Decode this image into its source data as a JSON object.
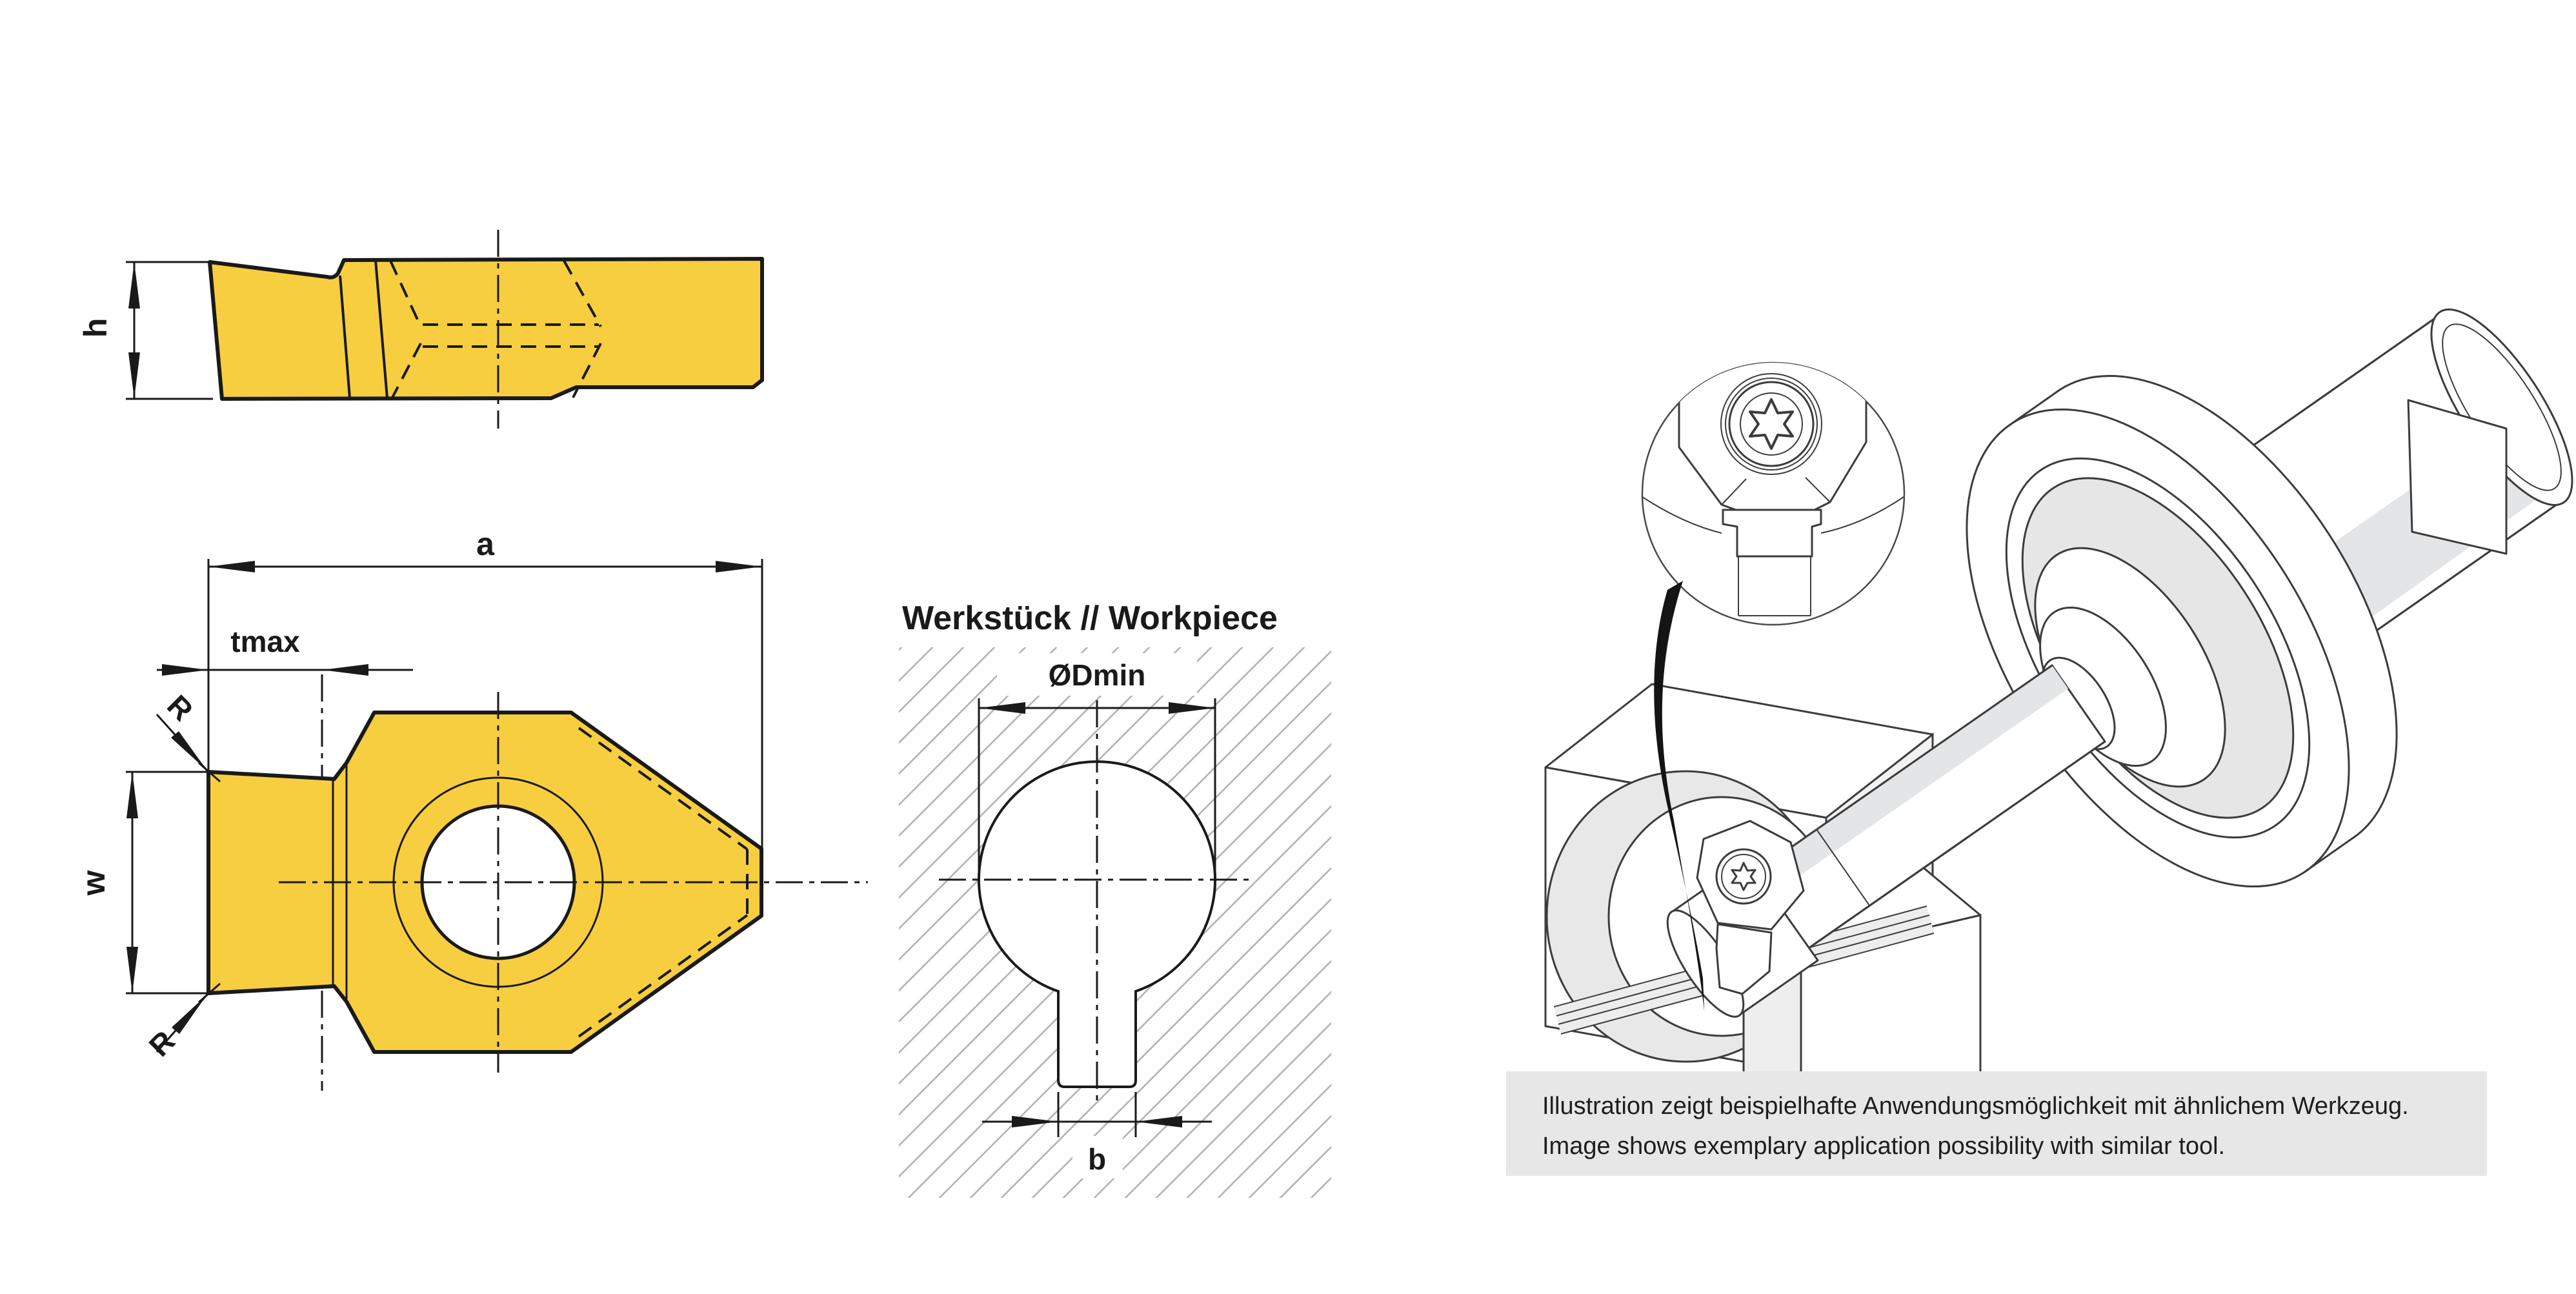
{
  "colors": {
    "insert_yellow": "#F7CE3F",
    "outline_black": "#1A1A1A",
    "hatch_gray": "#B3B3B3",
    "illustration_line": "#3C3C3C",
    "shading_gray": "#E4E5E6",
    "caption_bg": "#E7E7E8",
    "chip_black": "#141414"
  },
  "drawings": {
    "side_view": {
      "h_label": "h"
    },
    "top_view": {
      "a_label": "a",
      "tmax_label": "tmax",
      "r_label_top": "R",
      "r_label_bottom": "R",
      "w_label": "w"
    },
    "workpiece_view": {
      "title": "Werkstück // Workpiece",
      "dmin_label": "ØDmin",
      "b_label": "b"
    }
  },
  "illustration": {
    "caption_de": "Illustration zeigt beispielhafte Anwendungsmöglichkeit mit ähnlichem Werkzeug.",
    "caption_en": "Image shows exemplary application possibility with similar tool."
  }
}
